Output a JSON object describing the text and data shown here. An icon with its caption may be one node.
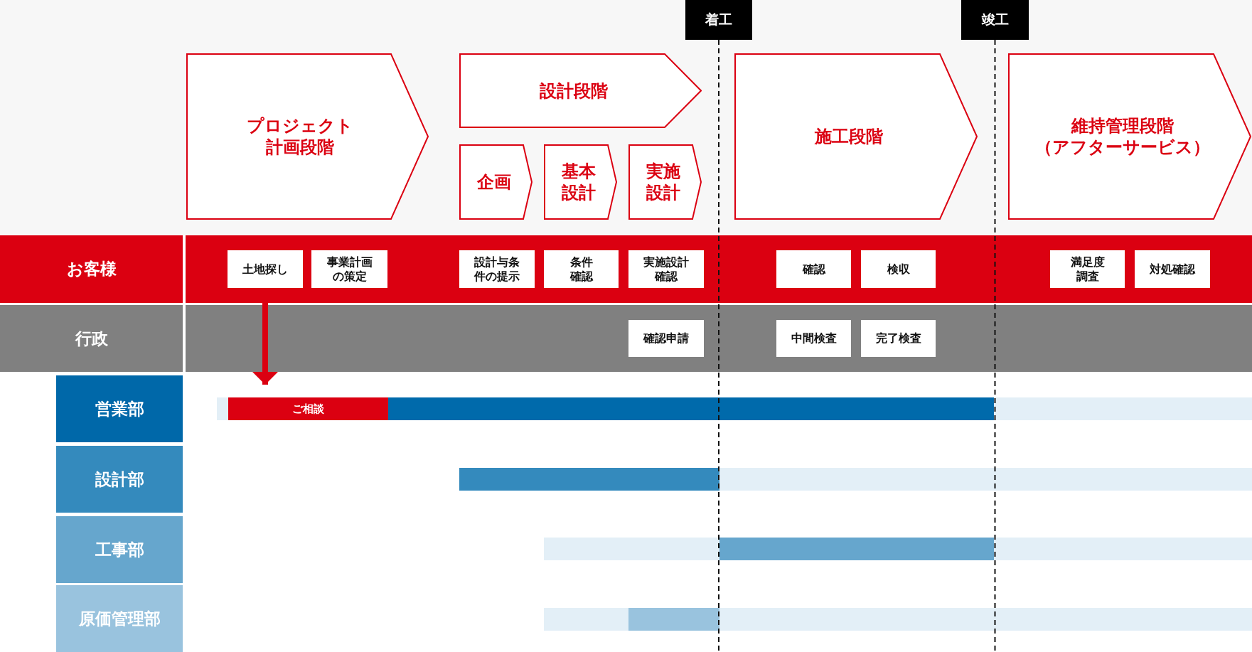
{
  "diagram": {
    "nodes": [
      {
        "text": [
          "着工"
        ]
      },
      {
        "text": [
          "竣工"
        ]
      },
      {
        "text": [
          "プロジェクト計画段階"
        ]
      },
      {
        "text": [
          "設計段階"
        ]
      },
      {
        "text": [
          "企画"
        ]
      },
      {
        "text": [
          "基本設計"
        ]
      },
      {
        "text": [
          "実施設計"
        ]
      },
      {
        "text": [
          "施工段階"
        ]
      },
      {
        "text": [
          "維持管理段階（アフターサービス）"
        ]
      },
      {
        "text": [
          "お客様"
        ]
      },
      {
        "text": [
          "土地探し"
        ]
      },
      {
        "text": [
          "事業計画の策定"
        ]
      },
      {
        "text": [
          "設計与条件の提示"
        ]
      },
      {
        "text": [
          "条件確認"
        ]
      },
      {
        "text": [
          "実施設計確認"
        ]
      },
      {
        "text": [
          "確認"
        ]
      },
      {
        "text": [
          "検収"
        ]
      },
      {
        "text": [
          "満足度調査"
        ]
      },
      {
        "text": [
          "対処確認"
        ]
      },
      {
        "text": [
          "行政"
        ]
      },
      {
        "text": [
          "確認申請"
        ]
      },
      {
        "text": [
          "中間検査"
        ]
      },
      {
        "text": [
          "完了検査"
        ]
      },
      {
        "text": [
          "営業部"
        ]
      },
      {
        "text": [
          "ご相談"
        ]
      },
      {
        "text": [
          "設計部"
        ]
      },
      {
        "text": [
          "工事部"
        ]
      },
      {
        "text": [
          "原価管理部"
        ]
      }
    ],
    "edges": [
      {
        "from": 10,
        "to": 24,
        "arrow": "to"
      }
    ]
  }
}
